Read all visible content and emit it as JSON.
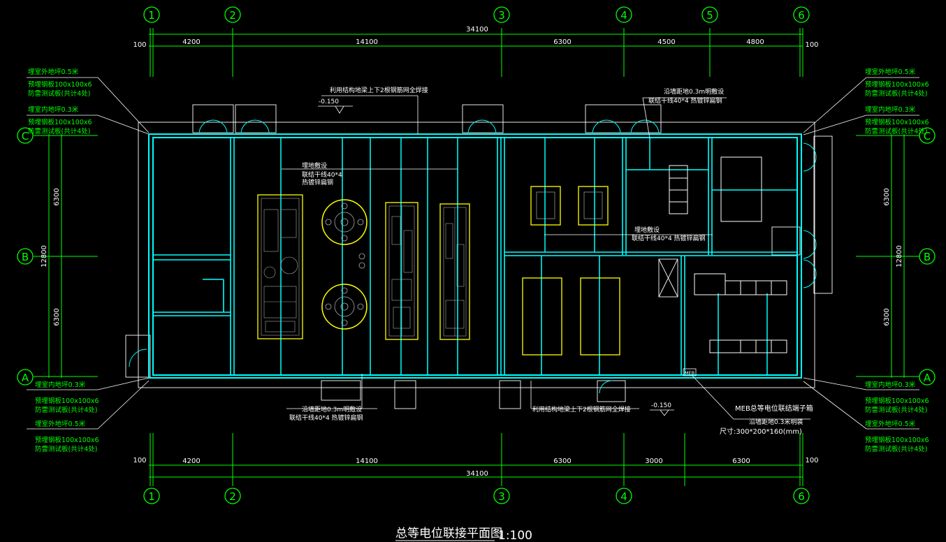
{
  "colors": {
    "background": "#000000",
    "dimension": "#00ff00",
    "wall": "#00ffff",
    "equipment": "#ffff00",
    "annotation": "#ffffff"
  },
  "title": {
    "main": "总等电位联接平面图",
    "scale": "1:100"
  },
  "axes": {
    "top": [
      "1",
      "2",
      "3",
      "4",
      "5",
      "6"
    ],
    "bottom": [
      "1",
      "2",
      "3",
      "4",
      "6"
    ],
    "left": [
      "C",
      "B",
      "A"
    ],
    "right": [
      "C",
      "B",
      "A"
    ]
  },
  "dims": {
    "top_total": "34100",
    "top_segments": [
      "4200",
      "14100",
      "6300",
      "4500",
      "4800"
    ],
    "top_edge_left": "100",
    "top_edge_right": "100",
    "bottom_total": "34100",
    "bottom_segments": [
      "4200",
      "14100",
      "6300",
      "3000",
      "6300"
    ],
    "bottom_edge_left": "100",
    "bottom_edge_right": "100",
    "left_total": "12800",
    "left_segments": [
      "6300",
      "6300"
    ],
    "right_total": "12800",
    "right_segments": [
      "6300",
      "6300"
    ]
  },
  "callouts": {
    "tl_1": "埋室外地坪0.5米",
    "tl_2": "预埋钢板100x100x6",
    "tl_3": "防雷测试板(共计4处)",
    "tl_4": "埋室内地坪0.3米",
    "tl_5": "预埋钢板100x100x6",
    "tl_6": "防雷测试板(共计4处)",
    "tr_1": "埋室外地坪0.5米",
    "tr_2": "预埋钢板100x100x6",
    "tr_3": "防雷测试板(共计4处)",
    "tr_4": "埋室内地坪0.3米",
    "tr_5": "预埋钢板100x100x6",
    "tr_6": "防雷测试板(共计4处)",
    "bl_1": "埋室内地坪0.3米",
    "bl_2": "预埋钢板100x100x6",
    "bl_3": "防雷测试板(共计4处)",
    "bl_4": "埋室外地坪0.5米",
    "bl_5": "预埋钢板100x100x6",
    "bl_6": "防雷测试板(共计4处)",
    "br_1": "埋室内地坪0.3米",
    "br_2": "预埋钢板100x100x6",
    "br_3": "防雷测试板(共计4处)",
    "br_4": "埋室外地坪0.5米",
    "br_5": "预埋钢板100x100x6",
    "br_6": "防雷测试板(共计4处)"
  },
  "notes": {
    "top_foundation": "利用结构地梁上下2根钢筋网全焊接",
    "top_level": "-0.150",
    "top_mid_1": "埋地敷设",
    "top_mid_2": "联结干线40*4",
    "top_mid_3": "热镀锌扁钢",
    "top_right_1": "沿墙距地0.3m明敷设",
    "top_right_2": "联结干线40*4 热镀锌扁钢",
    "right_mid_1": "埋地敷设",
    "right_mid_2": "联结干线40*4 热镀锌扁钢",
    "bottom_mid_1": "沿墙距地0.3m明敷设",
    "bottom_mid_2": "联结干线40*4 热镀锌扁钢",
    "bottom_foundation": "利用结构地梁上下2根钢筋网全焊接",
    "bottom_level": "-0.150",
    "meb_label": "MEB",
    "meb_1": "MEB总等电位联结端子箱",
    "meb_2": "沿墙距地0.3米明装",
    "meb_3": "尺寸:300*200*160(mm)"
  }
}
